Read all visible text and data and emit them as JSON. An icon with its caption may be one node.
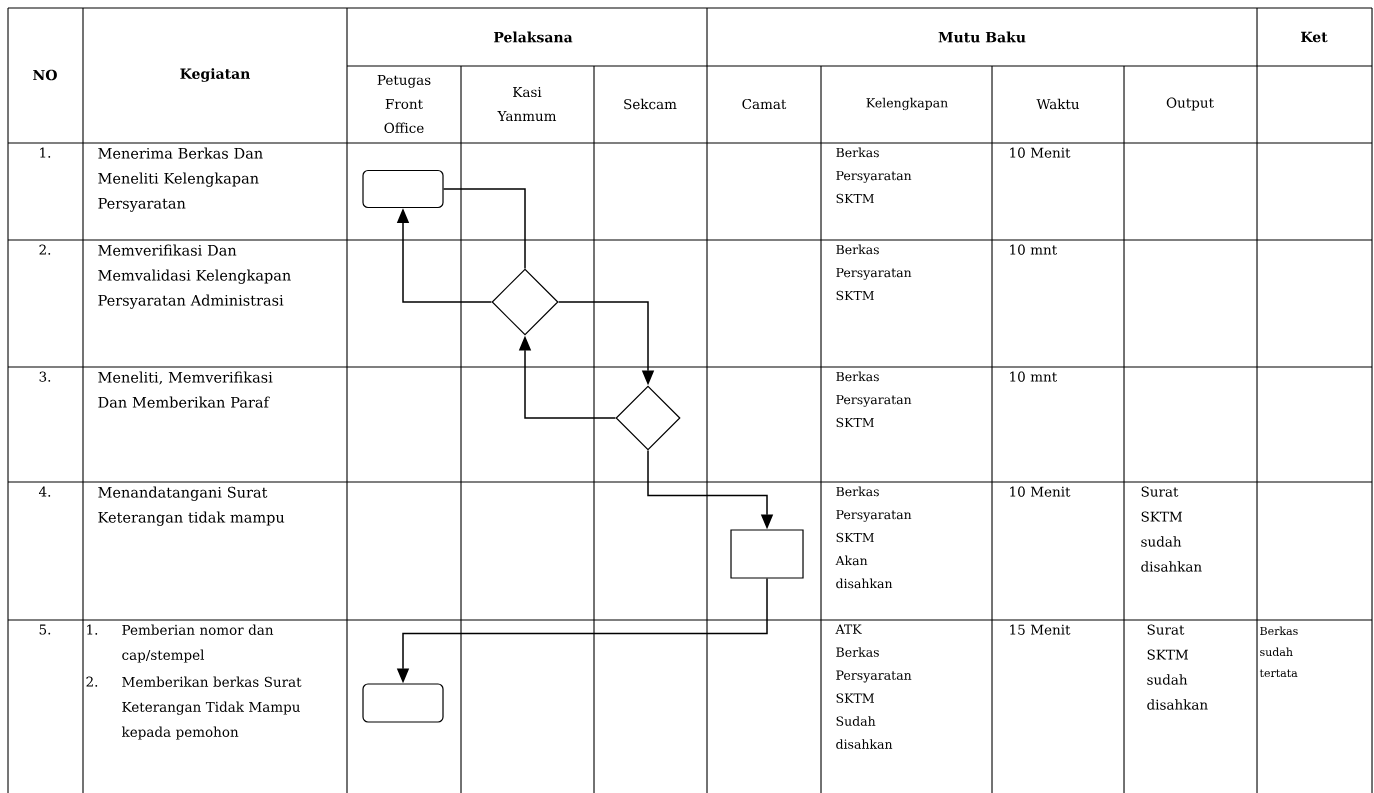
{
  "diagram": {
    "nodes": [
      {
        "text": [],
        "shape": "box"
      },
      {
        "text": [],
        "shape": "diamond"
      },
      {
        "text": [],
        "shape": "diamond"
      },
      {
        "text": [],
        "shape": "rectangle"
      },
      {
        "text": [],
        "shape": "box"
      }
    ],
    "edges": [
      {
        "from": 0,
        "to": 1,
        "arrow": "none"
      },
      {
        "from": 1,
        "to": 0,
        "arrow": "to"
      },
      {
        "from": 1,
        "to": 2,
        "arrow": "to"
      },
      {
        "from": 2,
        "to": 1,
        "arrow": "to"
      },
      {
        "from": 2,
        "to": 3,
        "arrow": "to"
      },
      {
        "from": 3,
        "to": 4,
        "arrow": "to"
      }
    ],
    "labels": [
      "NO",
      "Kegiatan",
      "Pelaksana",
      "Mutu Baku",
      "Ket",
      "Petugas Front Office",
      "Kasi Yanmum",
      "Sekcam",
      "Camat",
      "Kelengkapan",
      "Waktu",
      "Output",
      "1.",
      "Menerima Berkas Dan Meneliti Kelengkapan Persyaratan",
      "Berkas Persyaratan SKTM",
      "10 Menit",
      "2.",
      "Memverifikasi Dan Memvalidasi Kelengkapan Persyaratan Administrasi",
      "Berkas Persyaratan SKTM",
      "10 mnt",
      "3.",
      "Meneliti, Memverifikasi Dan Memberikan Paraf",
      "Berkas Persyaratan SKTM",
      "10 mnt",
      "4.",
      "Menandatangani Surat Keterangan tidak mampu",
      "Berkas Persyaratan SKTM Akan disahkan",
      "10 Menit",
      "Surat SKTM sudah disahkan",
      "5.",
      "1.",
      "Pemberian nomor dan cap/stempel",
      "2.",
      "Memberikan berkas Surat Keterangan Tidak Mampu kepada pemohon",
      "ATK Berkas Persyaratan SKTM Sudah disahkan",
      "15 Menit",
      "Surat SKTM sudah disahkan",
      "Berkas sudah tertata"
    ]
  }
}
